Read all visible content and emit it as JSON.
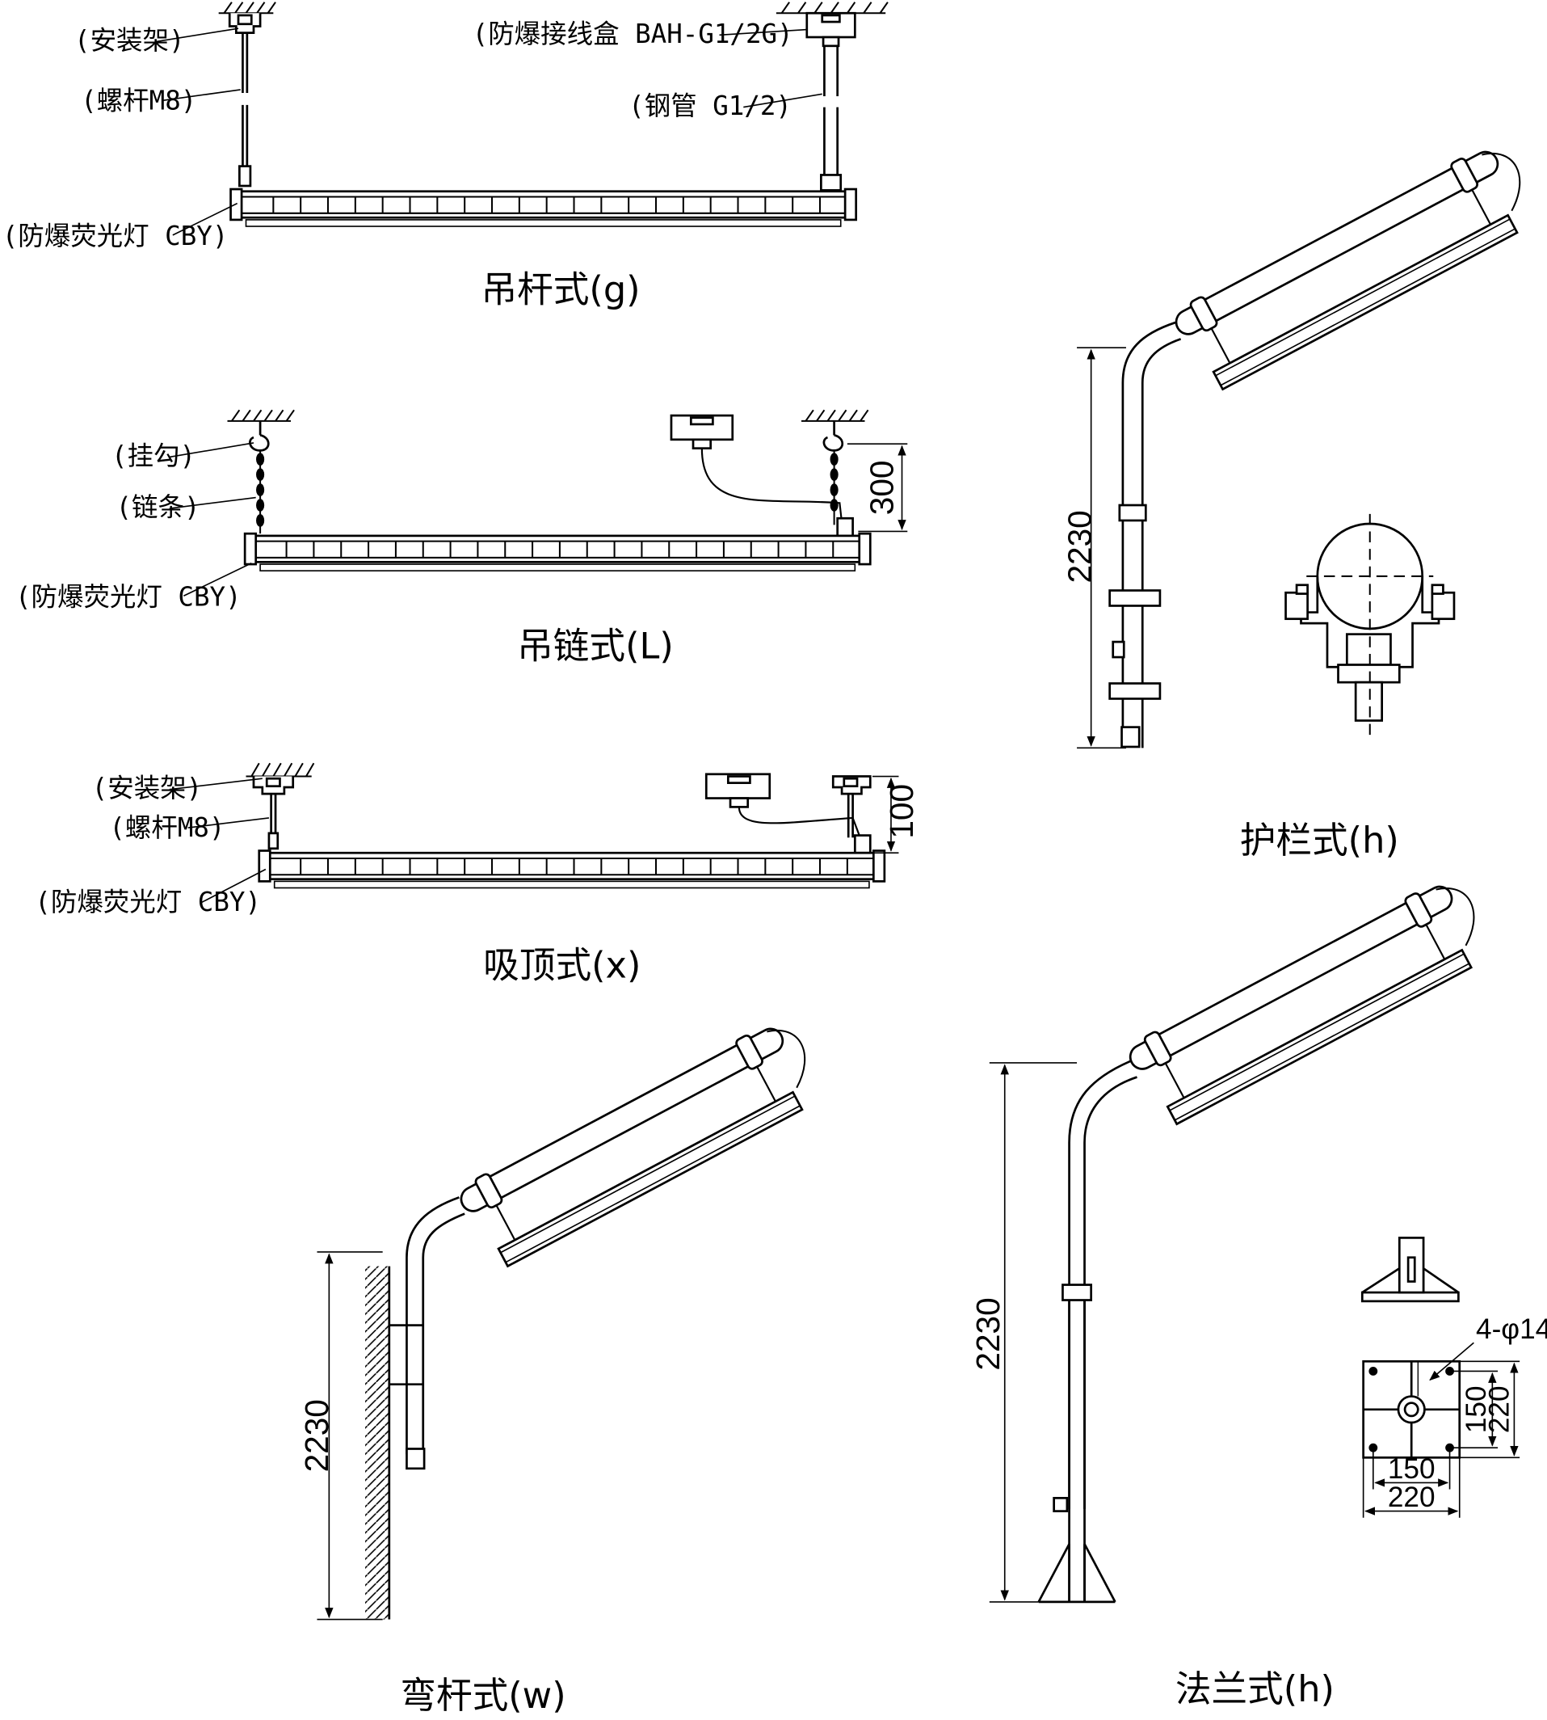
{
  "pendant_rod": {
    "caption": "吊杆式(g)",
    "labels": {
      "bracket": "(安装架)",
      "screw": "(螺杆M8)",
      "junction_box": "(防爆接线盒 BAH-G1/2G)",
      "steel_pipe": "(钢管 G1/2)",
      "lamp": "(防爆荧光灯 CBY)"
    }
  },
  "chain": {
    "caption": "吊链式(L)",
    "labels": {
      "hook": "(挂勾)",
      "chain": "(链条)",
      "lamp": "(防爆荧光灯 CBY)"
    },
    "dim_drop": "300"
  },
  "ceiling": {
    "caption": "吸顶式(x)",
    "labels": {
      "bracket": "(安装架)",
      "screw": "(螺杆M8)",
      "lamp": "(防爆荧光灯 CBY)"
    },
    "dim_drop": "100"
  },
  "guardrail": {
    "caption": "护栏式(h)",
    "dim_height": "2230"
  },
  "wall_bent": {
    "caption": "弯杆式(w)",
    "dim_height": "2230"
  },
  "flange": {
    "caption": "法兰式(h)",
    "dim_height": "2230",
    "holes": "4-φ14",
    "hole_spacing": "150",
    "plate_size": "220"
  }
}
